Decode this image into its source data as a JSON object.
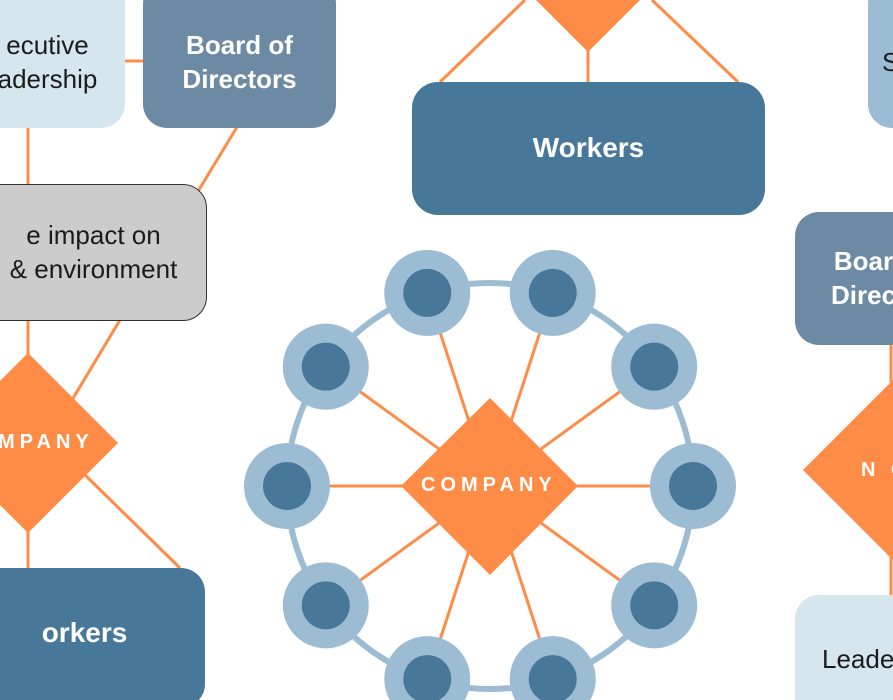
{
  "diagram": {
    "left_cluster": {
      "executive_box": "ecutive\nadership",
      "board_box": "Board of\nDirectors",
      "impact_box": "e impact on\n& environment",
      "company_diamond": "MPANY",
      "workers_box": "orkers"
    },
    "top_cluster": {
      "workers_box": "Workers"
    },
    "center_hub": {
      "company_diamond": "COMPANY",
      "node_count": 10
    },
    "right_cluster": {
      "top_box": "S",
      "board_box": "Boar\nDirec",
      "company_diamond": "N G",
      "leader_box": "Leade"
    }
  },
  "colors": {
    "orange": "#fe8c46",
    "dark_blue": "#477899",
    "slate_blue": "#6d8aa4",
    "light_blue": "#d5e6ee",
    "node_ring": "#9cbcd4",
    "grey": "#cccccc"
  }
}
